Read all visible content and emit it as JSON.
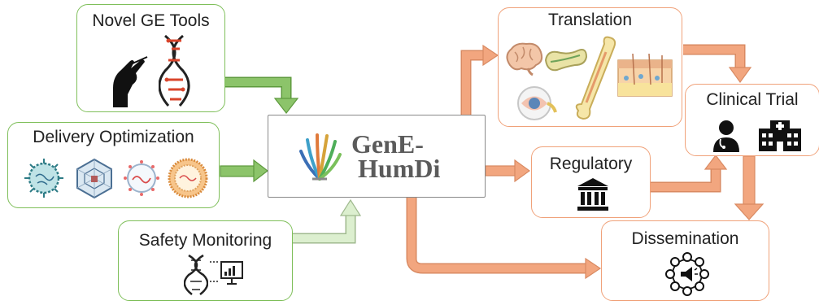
{
  "nodes": {
    "novel_ge_tools": "Novel GE Tools",
    "delivery_optimization": "Delivery Optimization",
    "safety_monitoring": "Safety Monitoring",
    "center_logo": {
      "line1": "GenE-",
      "line2": "HumDi"
    },
    "translation": "Translation",
    "regulatory": "Regulatory",
    "clinical_trial": "Clinical Trial",
    "dissemination": "Dissemination"
  },
  "icons": {
    "novel_ge_tools": [
      "gloved-hand-icon",
      "dna-helix-icon"
    ],
    "delivery_optimization": [
      "virus-particle-icon",
      "capsid-icon",
      "nanoparticle-icon",
      "liposome-icon"
    ],
    "safety_monitoring": [
      "dna-icon",
      "monitor-chart-icon"
    ],
    "translation": [
      "brain-icon",
      "pancreas-icon",
      "bone-icon",
      "skin-icon",
      "eye-icon"
    ],
    "regulatory": [
      "courthouse-icon"
    ],
    "clinical_trial": [
      "doctor-icon",
      "hospital-icon"
    ],
    "dissemination": [
      "network-megaphone-icon"
    ]
  },
  "colors": {
    "green_arrow": "#8cc46a",
    "light_green_arrow": "#dcefcf",
    "orange_arrow": "#f2a67f",
    "green_border": "#7fbf5a",
    "orange_border": "#f0a27a"
  }
}
